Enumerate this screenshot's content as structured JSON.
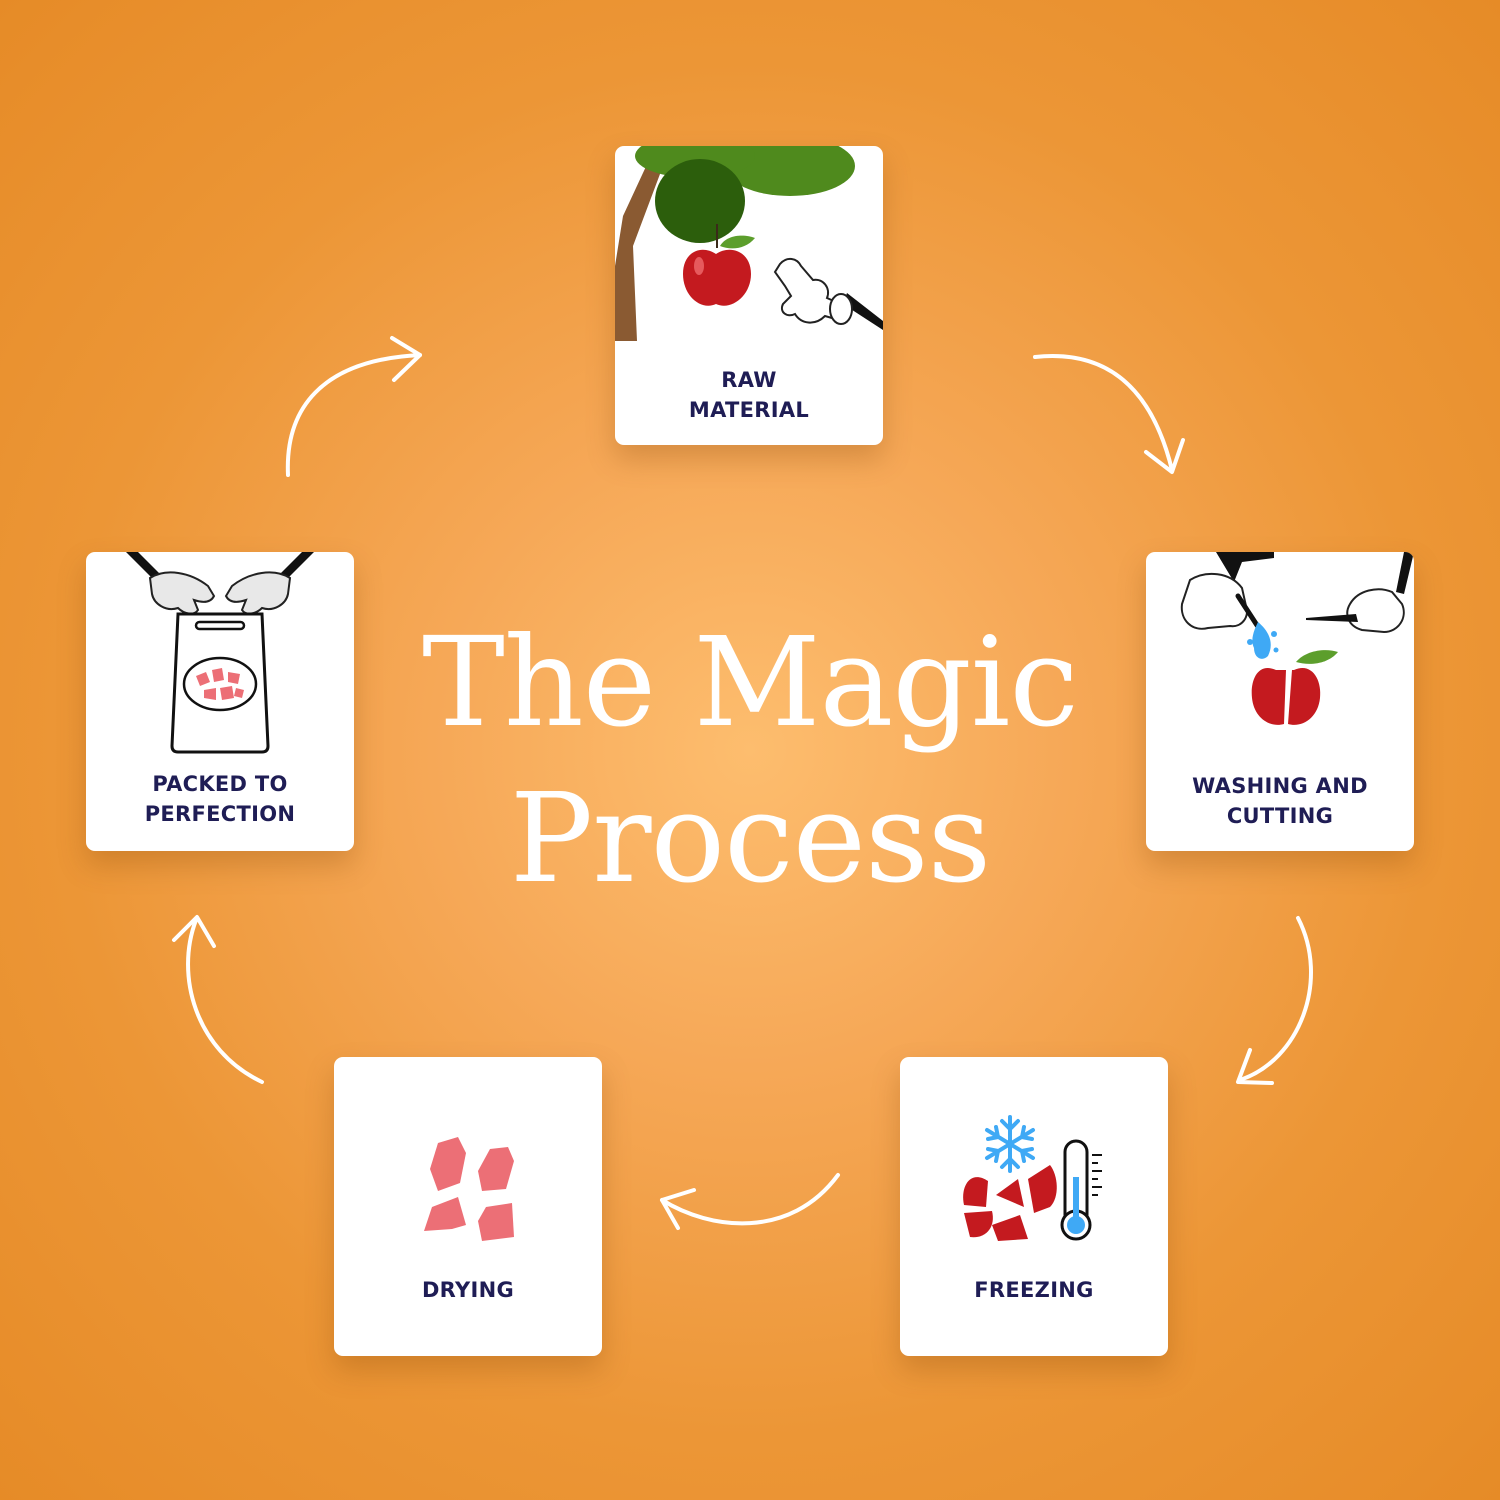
{
  "title": {
    "line1": "The Magic",
    "line2": "Process"
  },
  "steps": [
    {
      "id": "raw-material",
      "label_lines": [
        "RAW",
        "MATERIAL"
      ],
      "icon": "apple-tree-icon"
    },
    {
      "id": "washing-and-cutting",
      "label_lines": [
        "WASHING AND",
        "CUTTING"
      ],
      "icon": "wash-cut-apple-icon"
    },
    {
      "id": "freezing",
      "label_lines": [
        "FREEZING"
      ],
      "icon": "snowflake-thermometer-icon"
    },
    {
      "id": "drying",
      "label_lines": [
        "DRYING"
      ],
      "icon": "dried-fruit-pieces-icon"
    },
    {
      "id": "packed-to-perfection",
      "label_lines": [
        "PACKED TO",
        "PERFECTION"
      ],
      "icon": "packaging-bag-icon"
    }
  ],
  "colors": {
    "background": "#e68b27",
    "label": "#1f1d55",
    "apple_red": "#c41a1f",
    "dried_pink": "#ec6f76",
    "ice_blue": "#3fa9f5",
    "leaf_green": "#2e5f10"
  }
}
